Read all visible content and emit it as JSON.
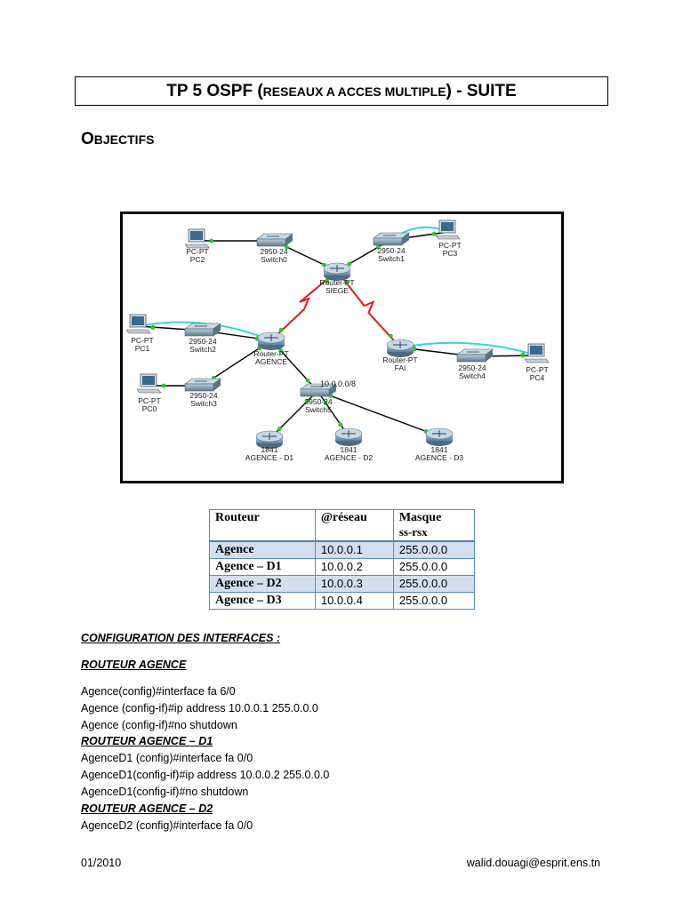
{
  "title": {
    "main": "TP 5 OSPF",
    "open": "(",
    "sub": "reseaux a acces multiple",
    "close": ")",
    "suffix": "- SUITE"
  },
  "objectifs": {
    "first": "O",
    "rest": "bjectifs"
  },
  "diagram": {
    "nodes": {
      "pc2": [
        "PC-PT",
        "PC2"
      ],
      "switch0": [
        "2950-24",
        "Switch0"
      ],
      "pc3": [
        "PC-PT",
        "PC3"
      ],
      "switch1": [
        "2950-24",
        "Switch1"
      ],
      "siege": [
        "Router-PT",
        "SIEGE"
      ],
      "pc1": [
        "PC-PT",
        "PC1"
      ],
      "switch2": [
        "2950-24",
        "Switch2"
      ],
      "agence": [
        "Router-PT",
        "AGENCE"
      ],
      "pc0": [
        "PC-PT",
        "PC0"
      ],
      "switch3": [
        "2950-24",
        "Switch3"
      ],
      "switch5": [
        "2950-24",
        "Switch5"
      ],
      "fai": [
        "Router-PT",
        "FAI"
      ],
      "switch4": [
        "2950-24",
        "Switch4"
      ],
      "pc4": [
        "PC-PT",
        "PC4"
      ],
      "d1": [
        "1841",
        "AGENCE - D1"
      ],
      "d2": [
        "1841",
        "AGENCE - D2"
      ],
      "d3": [
        "1841",
        "AGENCE - D3"
      ]
    },
    "network_label": "10.0.0.0/8"
  },
  "table": {
    "headers": [
      "Routeur",
      "@réseau",
      "Masque",
      "ss-rsx"
    ],
    "rows": [
      [
        "Agence",
        "10.0.0.1",
        "255.0.0.0"
      ],
      [
        "Agence – D1",
        "10.0.0.2",
        "255.0.0.0"
      ],
      [
        "Agence – D2",
        "10.0.0.3",
        "255.0.0.0"
      ],
      [
        "Agence – D3",
        "10.0.0.4",
        "255.0.0.0"
      ]
    ]
  },
  "config": {
    "heading": "CONFIGURATION DES INTERFACES :",
    "r_agence": "ROUTEUR AGENCE",
    "l1": "Agence(config)#interface  fa 6/0",
    "l2": "Agence (config-if)#ip address 10.0.0.1 255.0.0.0",
    "l3": "Agence (config-if)#no shutdown",
    "r_d1": "ROUTEUR  AGENCE – D1",
    "l4": "AgenceD1 (config)#interface fa 0/0",
    "l5": "AgenceD1(config-if)#ip address 10.0.0.2 255.0.0.0",
    "l6": "AgenceD1(config-if)#no shutdown",
    "r_d2": "ROUTEUR  AGENCE – D2",
    "l7": "AgenceD2 (config)#interface fa 0/0"
  },
  "footer": {
    "date": "01/2010",
    "email": "walid.douagi@esprit.ens.tn"
  },
  "colors": {
    "ethernet": "#000000",
    "serial": "#e21b1b",
    "crossover": "#36d3e0",
    "link_light": "#22cc22",
    "table_header_border": "#4f81bd",
    "table_alt_row": "#d3dfee"
  }
}
